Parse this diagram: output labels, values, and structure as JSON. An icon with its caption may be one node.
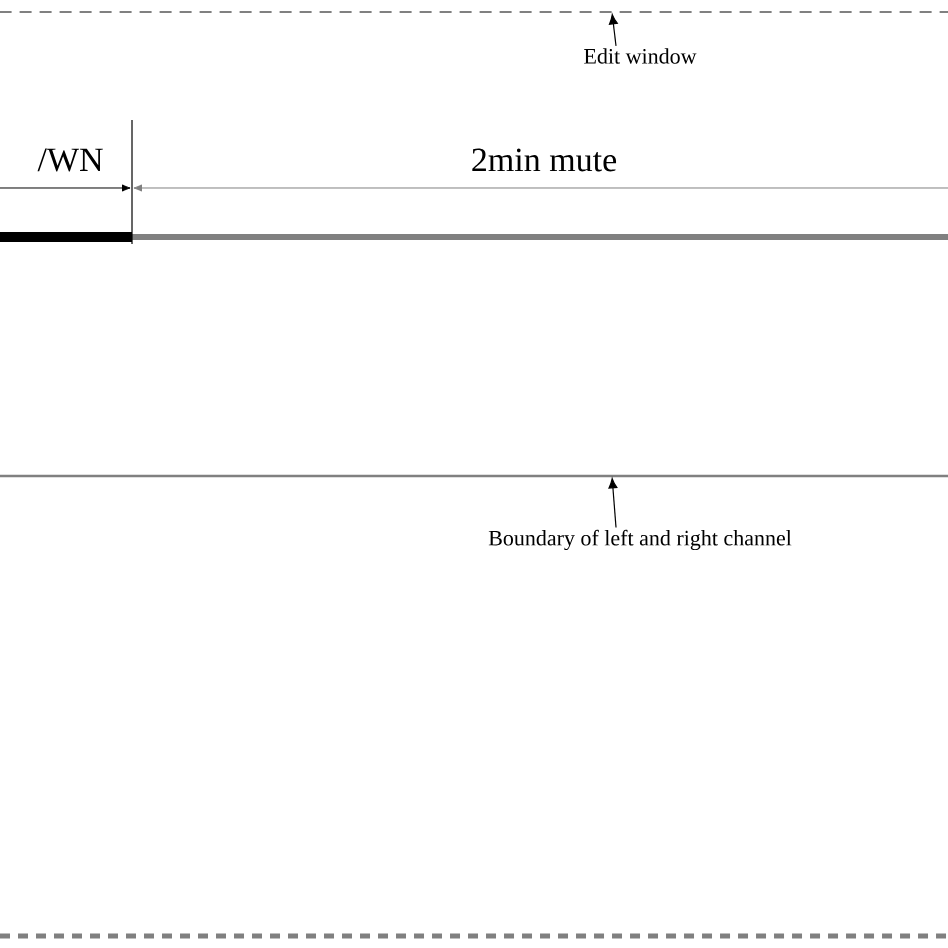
{
  "diagram": {
    "nodes": [
      {
        "text": [],
        "shape": "bar"
      },
      {
        "text": [
          "Edit window"
        ]
      },
      {
        "text": [],
        "shape": "bar"
      },
      {
        "text": [
          "Boundary of left and right channel"
        ]
      }
    ],
    "edges": [
      {
        "from": 1,
        "to": 0,
        "arrow": "to"
      },
      {
        "from": 3,
        "to": 2,
        "arrow": "to"
      }
    ],
    "labels": [
      "/WN",
      "2min mute"
    ]
  }
}
